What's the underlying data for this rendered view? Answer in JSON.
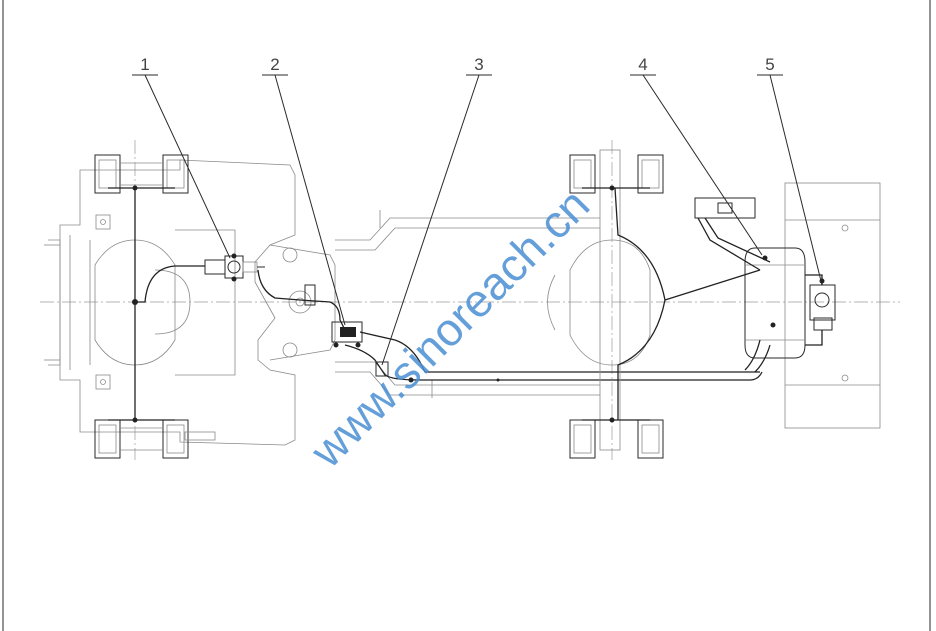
{
  "callouts": [
    {
      "label": "1"
    },
    {
      "label": "2"
    },
    {
      "label": "3"
    },
    {
      "label": "4"
    },
    {
      "label": "5"
    }
  ],
  "watermark": "www.sinoreach.cn",
  "colors": {
    "line": "#2a2a2a",
    "thin": "#8a8a8a",
    "watermark": "#4a8fd4"
  }
}
